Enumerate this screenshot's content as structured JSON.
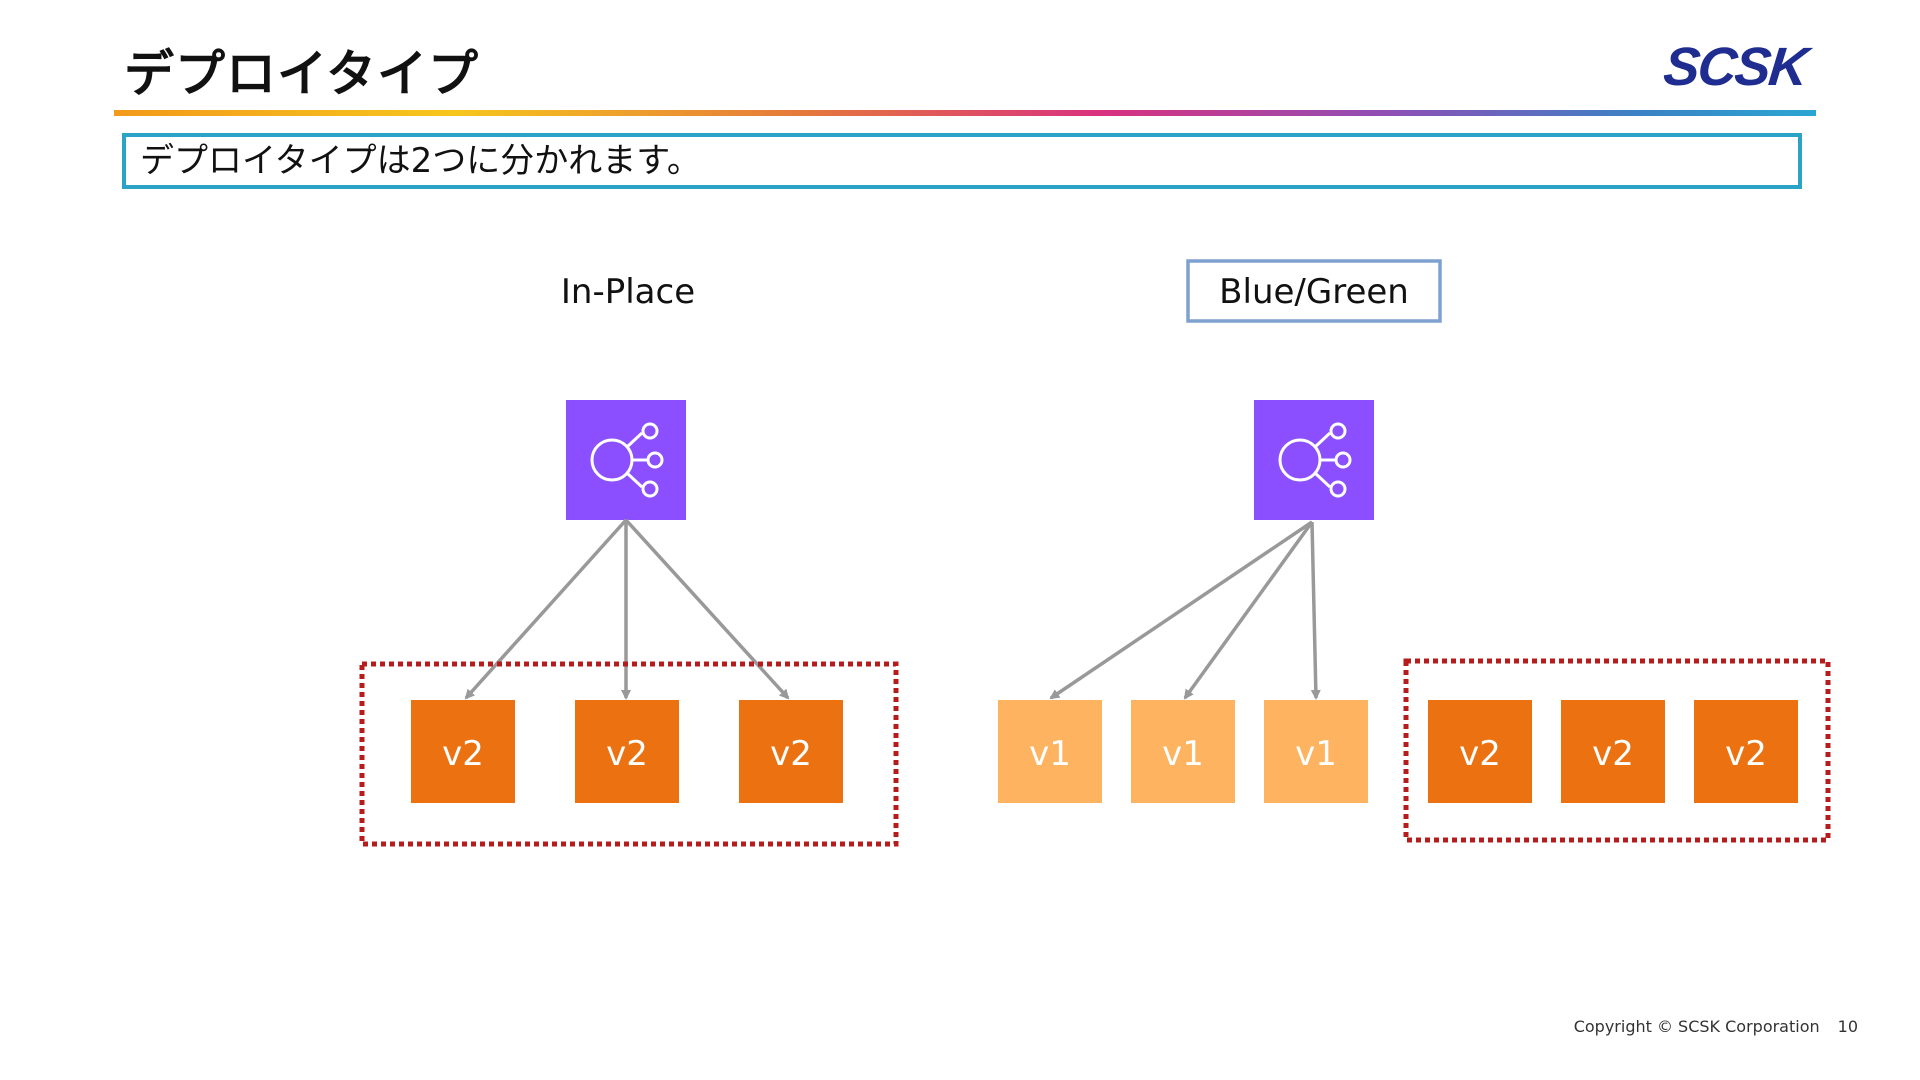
{
  "slide": {
    "title": "デプロイタイプ",
    "logo_text": "SCSK",
    "summary": "デプロイタイプは2つに分かれます。",
    "footer_copyright": "Copyright © SCSK Corporation",
    "page_number": "10"
  },
  "diagram": {
    "in_place": {
      "label": "In-Place",
      "load_balancer_icon": "load-balancer-icon",
      "targets": [
        "v2",
        "v2",
        "v2"
      ]
    },
    "blue_green": {
      "label": "Blue/Green",
      "load_balancer_icon": "load-balancer-icon",
      "old_targets": [
        "v1",
        "v1",
        "v1"
      ],
      "new_targets": [
        "v2",
        "v2",
        "v2"
      ]
    }
  },
  "colors": {
    "load_balancer": "#8c4fff",
    "version_current": "#ec7211",
    "version_old": "#fdb35f",
    "highlight_dotted": "#b71c1c",
    "label_border": "#7ea1d0",
    "summary_border": "#2aa3c6",
    "arrow": "#999999"
  }
}
